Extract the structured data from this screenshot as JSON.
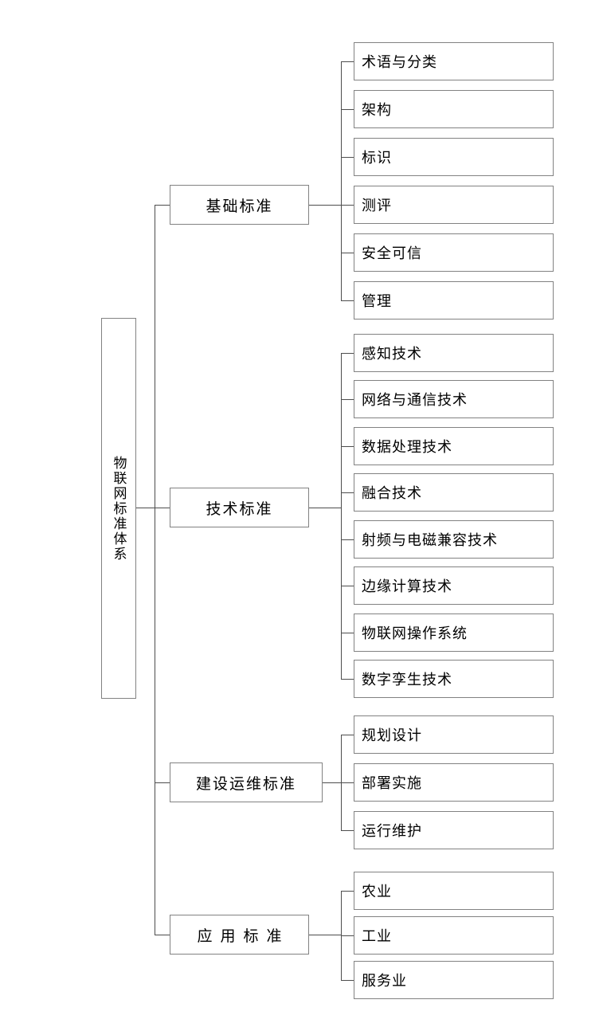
{
  "diagram": {
    "root": {
      "label": "物联网标准体系"
    },
    "branches": [
      {
        "label": "基础标准",
        "children": [
          "术语与分类",
          "架构",
          "标识",
          "测评",
          "安全可信",
          "管理"
        ]
      },
      {
        "label": "技术标准",
        "children": [
          "感知技术",
          "网络与通信技术",
          "数据处理技术",
          "融合技术",
          "射频与电磁兼容技术",
          "边缘计算技术",
          "物联网操作系统",
          "数字孪生技术"
        ]
      },
      {
        "label": "建设运维标准",
        "children": [
          "规划设计",
          "部署实施",
          "运行维护"
        ]
      },
      {
        "label": "应用标准",
        "children": [
          "农业",
          "工业",
          "服务业"
        ]
      }
    ],
    "colors": {
      "box_border": "#828282",
      "connector_line": "#4d4d4d",
      "text": "#000000",
      "background": "#ffffff"
    }
  }
}
